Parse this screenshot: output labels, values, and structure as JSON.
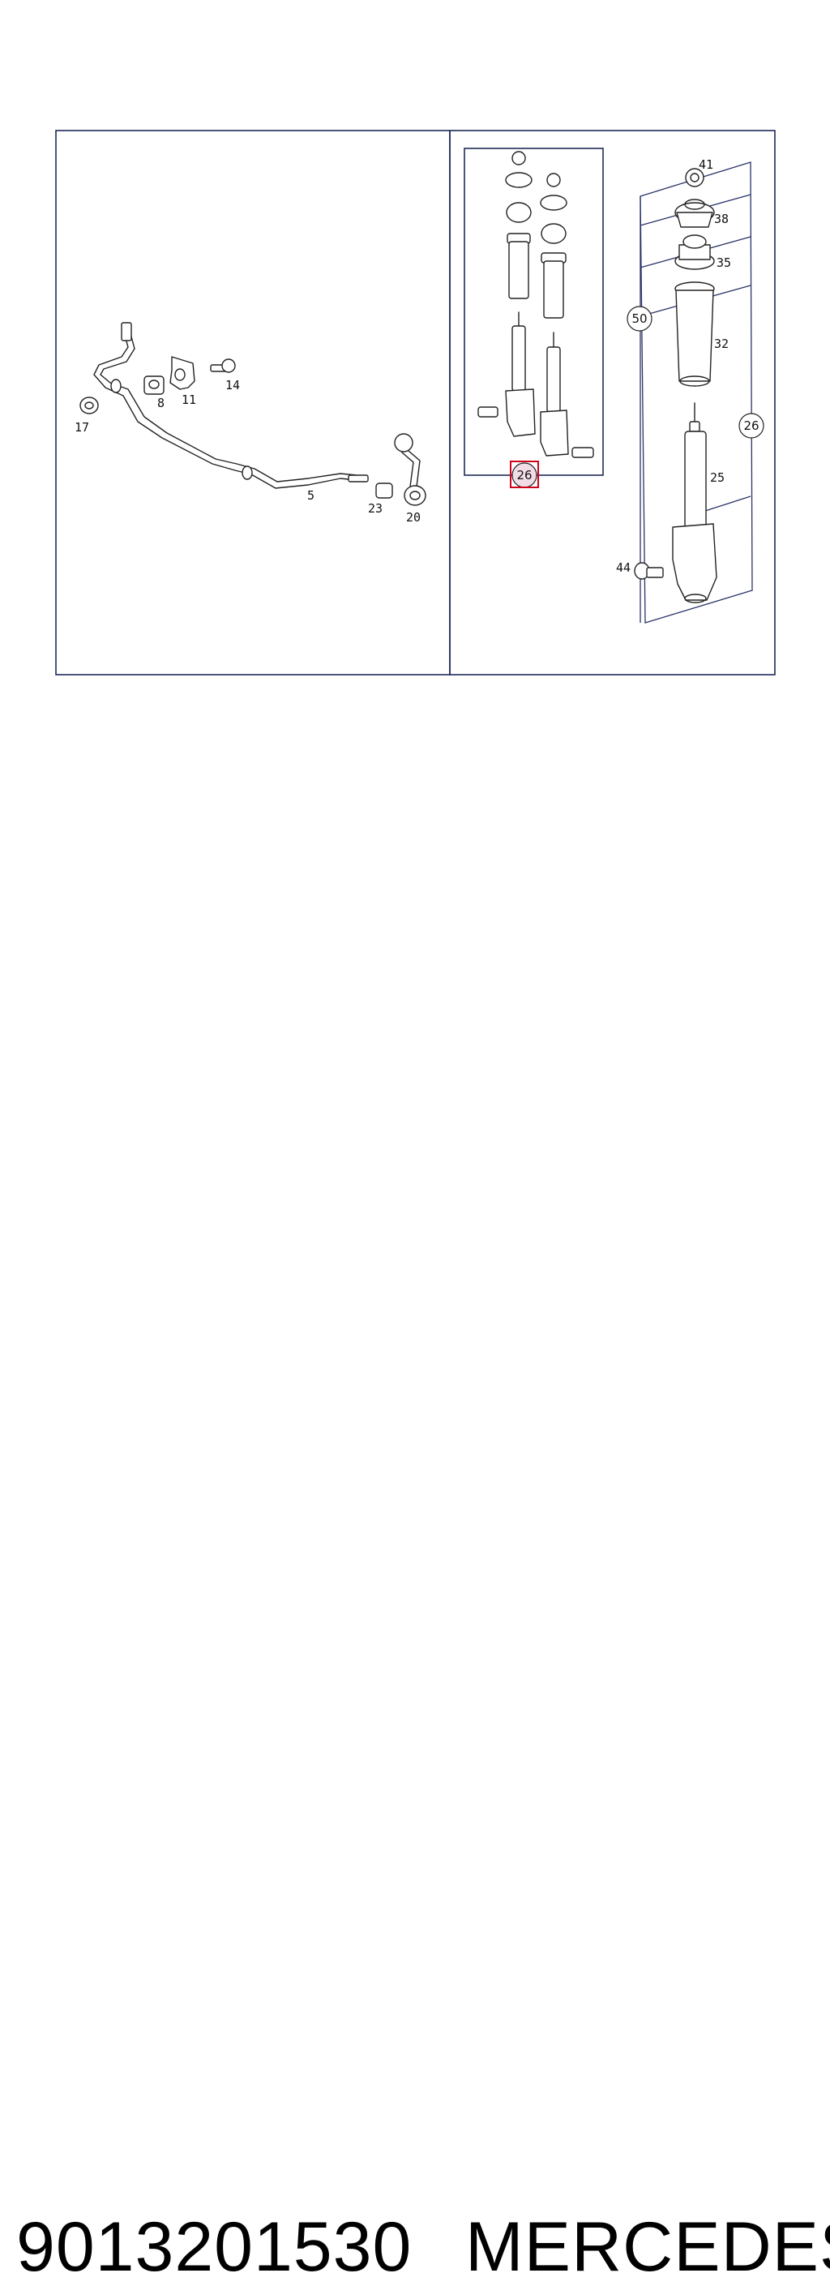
{
  "diagram": {
    "left_panel_callouts": [
      "17",
      "8",
      "11",
      "14",
      "5",
      "23",
      "20"
    ],
    "right_panel_callouts": [
      "41",
      "38",
      "35",
      "50",
      "32",
      "26",
      "25",
      "44"
    ],
    "highlighted_callout": "26",
    "highlight_color": "#d0021b",
    "line_color": "#1f2a55"
  },
  "caption": {
    "part_number": "9013201530",
    "brand": "MERCEDES"
  }
}
